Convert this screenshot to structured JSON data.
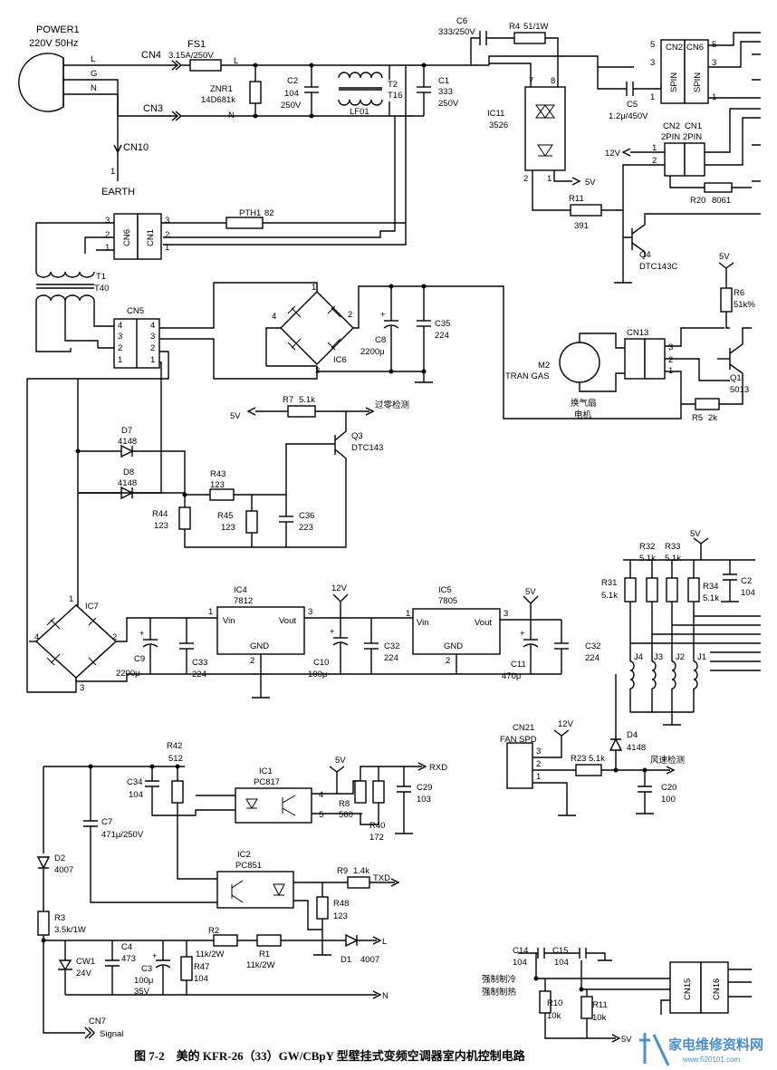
{
  "caption": "图 7-2　美的 KFR-26（33）GW/CBpY 型壁挂式变频空调器室内机控制电路",
  "watermark": {
    "title": "家电维修资料网",
    "url": "www.520101.com",
    "color": "#4a8fc8"
  },
  "nets": {
    "earth": "EARTH",
    "signal": "Signal",
    "rxd": "RXD",
    "txd": "TXD",
    "L": "L",
    "N": "N",
    "pin_L": "L",
    "pin_N": "N",
    "pin_G": "G"
  },
  "supplies": {
    "v5": "5V",
    "v12": "12V"
  },
  "labels": {
    "zero_cross": "过零检测",
    "fan_speed": "风速检测",
    "fan_motor": "换气扇\n电机",
    "force_cool": "强制制冷",
    "force_heat": "强制制热"
  },
  "components": {
    "power1": {
      "ref": "POWER1",
      "value": "220V 50Hz"
    },
    "fs1": {
      "ref": "FS1",
      "value": "3.15A/250V"
    },
    "znr1": {
      "ref": "ZNR1",
      "value": "14D681k"
    },
    "c2a": {
      "ref": "C2",
      "value": "104",
      "value2": "250V"
    },
    "lf01": {
      "ref": "LF01"
    },
    "t2": {
      "ref": "T2",
      "value": "T16"
    },
    "c1": {
      "ref": "C1",
      "value": "333",
      "value2": "250V"
    },
    "c6": {
      "ref": "C6",
      "value": "333/250V"
    },
    "r4": {
      "ref": "R4",
      "value": "51/1W"
    },
    "ic11": {
      "ref": "IC11",
      "value": "3526"
    },
    "c5": {
      "ref": "C5",
      "value": "1.2μ/450V"
    },
    "r11": {
      "ref": "R11",
      "value": "391"
    },
    "q4": {
      "ref": "Q4",
      "value": "DTC143C"
    },
    "r20": {
      "ref": "R20",
      "value": "8061"
    },
    "pth1": {
      "ref": "PTH1",
      "value": "82"
    },
    "t1": {
      "ref": "T1",
      "value": "T40"
    },
    "ic6": {
      "ref": "IC6"
    },
    "c8": {
      "ref": "C8",
      "value": "2200μ"
    },
    "c35": {
      "ref": "C35",
      "value": "224"
    },
    "m2": {
      "ref": "M2",
      "value": "TRAN GAS"
    },
    "r6": {
      "ref": "R6",
      "value": "51k%"
    },
    "q1": {
      "ref": "Q1",
      "value": "5013"
    },
    "r5": {
      "ref": "R5",
      "value": "2k"
    },
    "r7": {
      "ref": "R7",
      "value": "5.1k"
    },
    "q3": {
      "ref": "Q3",
      "value": "DTC143"
    },
    "d7": {
      "ref": "D7",
      "value": "4148"
    },
    "d8": {
      "ref": "D8",
      "value": "4148"
    },
    "r43": {
      "ref": "R43",
      "value": "123"
    },
    "r44": {
      "ref": "R44",
      "value": "123"
    },
    "r45": {
      "ref": "R45",
      "value": "123"
    },
    "c36": {
      "ref": "C36",
      "value": "223"
    },
    "ic7": {
      "ref": "IC7"
    },
    "c9": {
      "ref": "C9",
      "value": "2200μ"
    },
    "c33": {
      "ref": "C33",
      "value": "224"
    },
    "ic4": {
      "ref": "IC4",
      "value": "7812",
      "vin": "Vin",
      "vout": "Vout",
      "gnd": "GND"
    },
    "c10": {
      "ref": "C10",
      "value": "100μ"
    },
    "c32a": {
      "ref": "C32",
      "value": "224"
    },
    "ic5": {
      "ref": "IC5",
      "value": "7805",
      "vin": "Vin",
      "vout": "Vout",
      "gnd": "GND"
    },
    "c11": {
      "ref": "C11",
      "value": "470μ"
    },
    "c32b": {
      "ref": "C32",
      "value": "224"
    },
    "r31": {
      "ref": "R31",
      "value": "5.1k"
    },
    "r32": {
      "ref": "R32",
      "value": "5.1k"
    },
    "r33": {
      "ref": "R33",
      "value": "5.1k"
    },
    "r34": {
      "ref": "R34",
      "value": "5.1k"
    },
    "c2b": {
      "ref": "C2",
      "value": "104"
    },
    "j4": {
      "ref": "J4"
    },
    "j3": {
      "ref": "J3"
    },
    "j2": {
      "ref": "J2"
    },
    "j1": {
      "ref": "J1"
    },
    "cn21": {
      "ref": "CN21",
      "value": "FAN SPD"
    },
    "d4": {
      "ref": "D4",
      "value": "4148"
    },
    "r23": {
      "ref": "R23",
      "value": "5.1k"
    },
    "c20": {
      "ref": "C20",
      "value": "100"
    },
    "r42": {
      "ref": "R42",
      "value": "512"
    },
    "c34": {
      "ref": "C34",
      "value": "104"
    },
    "ic1": {
      "ref": "IC1",
      "value": "PC817"
    },
    "r8": {
      "ref": "R8",
      "value": "560"
    },
    "r40": {
      "ref": "R40",
      "value": "172"
    },
    "c29": {
      "ref": "C29",
      "value": "103"
    },
    "c7": {
      "ref": "C7",
      "value": "471μ/250V"
    },
    "ic2": {
      "ref": "IC2",
      "value": "PC851"
    },
    "r9": {
      "ref": "R9",
      "value": "1.4k"
    },
    "r48": {
      "ref": "R48",
      "value": "123"
    },
    "d2": {
      "ref": "D2",
      "value": "4007"
    },
    "r3": {
      "ref": "R3",
      "value": "3.5k/1W"
    },
    "cw1": {
      "ref": "CW1",
      "value": "24V"
    },
    "c4": {
      "ref": "C4",
      "value": "473"
    },
    "c3": {
      "ref": "C3",
      "value": "100μ",
      "value2": "35V"
    },
    "r2": {
      "ref": "R2",
      "value": "11k/2W"
    },
    "r1": {
      "ref": "R1",
      "value": "11k/2W"
    },
    "r47": {
      "ref": "R47",
      "value": "104"
    },
    "d1": {
      "ref": "D1",
      "value": "4007"
    },
    "c14": {
      "ref": "C14",
      "value": "104"
    },
    "c15": {
      "ref": "C15",
      "value": "104"
    },
    "r10": {
      "ref": "R10",
      "value": "10k"
    },
    "r11b": {
      "ref": "R11",
      "value": "10k"
    }
  },
  "connectors": {
    "cn4": "CN4",
    "cn3": "CN3",
    "cn10": "CN10",
    "cn7": "CN7",
    "cn2a": "CN2",
    "cn6a": "CN6",
    "spin": "SPIN",
    "cn2b": "CN2",
    "cn1b": "CN1",
    "pin2": "2PIN",
    "cn6b": "CN6",
    "cn1c": "CN1",
    "cn5": "CN5",
    "cn13": "CN13",
    "cn15": "CN15",
    "cn16": "CN16"
  }
}
